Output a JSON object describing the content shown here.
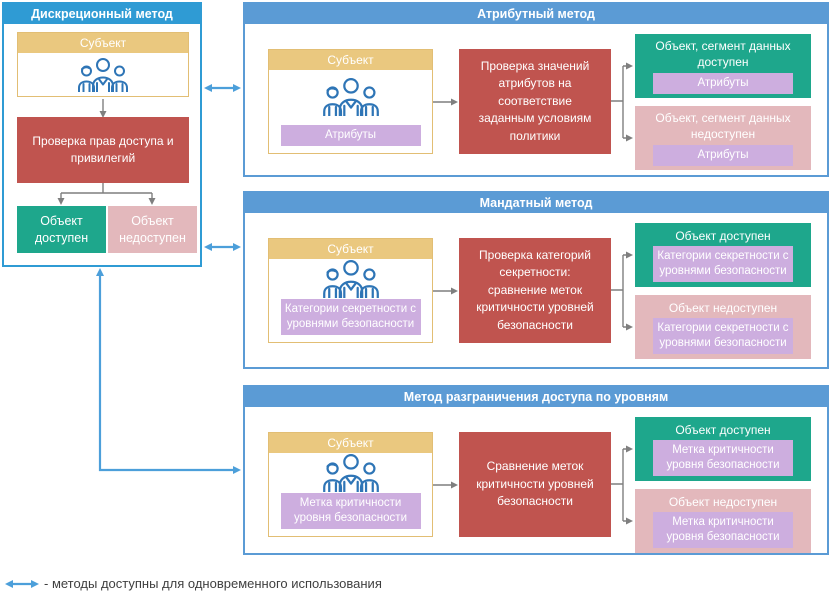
{
  "colors": {
    "panel_left_blue": "#2F9BD4",
    "panel_right_blue": "#5B9BD5",
    "connector_blue": "#4C9FDA",
    "subject_tan": "#EAC87F",
    "check_red": "#C0544F",
    "allowed_green": "#1EA78C",
    "denied_pink": "#E3B8BC",
    "tag_purple": "#CDAEDF",
    "arrow_gray": "#7F7F7F",
    "person_icon_blue": "#2E75B6"
  },
  "panels": {
    "discretionary": {
      "title": "Дискреционный метод",
      "subject": {
        "label": "Субъект"
      },
      "check": "Проверка прав доступа и привилегий",
      "allowed": "Объект доступен",
      "denied": "Объект недоступен"
    },
    "attribute": {
      "title": "Атрибутный метод",
      "subject": {
        "label": "Субъект",
        "tag": "Атрибуты"
      },
      "check": "Проверка значений атрибутов на соответствие заданным условиям политики",
      "allowed": {
        "title": "Объект, сегмент данных доступен",
        "tag": "Атрибуты"
      },
      "denied": {
        "title": "Объект, сегмент данных недоступен",
        "tag": "Атрибуты"
      }
    },
    "mandatory": {
      "title": "Мандатный метод",
      "subject": {
        "label": "Субъект",
        "tag": "Категории секретности с уровнями безопасности"
      },
      "check": "Проверка категорий секретности: сравнение меток критичности уровней безопасности",
      "allowed": {
        "title": "Объект доступен",
        "tag": "Категории секретности с уровнями безопасности"
      },
      "denied": {
        "title": "Объект недоступен",
        "tag": "Категории секретности с уровнями безопасности"
      }
    },
    "level": {
      "title": "Метод разграничения доступа по уровням",
      "subject": {
        "label": "Субъект",
        "tag": "Метка критичности уровня безопасности"
      },
      "check": "Сравнение меток критичности уровней безопасности",
      "allowed": {
        "title": "Объект доступен",
        "tag": "Метка критичности уровня безопасности"
      },
      "denied": {
        "title": "Объект недоступен",
        "tag": "Метка критичности уровня безопасности"
      }
    }
  },
  "legend": {
    "text": "- методы доступны для одновременного использования"
  }
}
